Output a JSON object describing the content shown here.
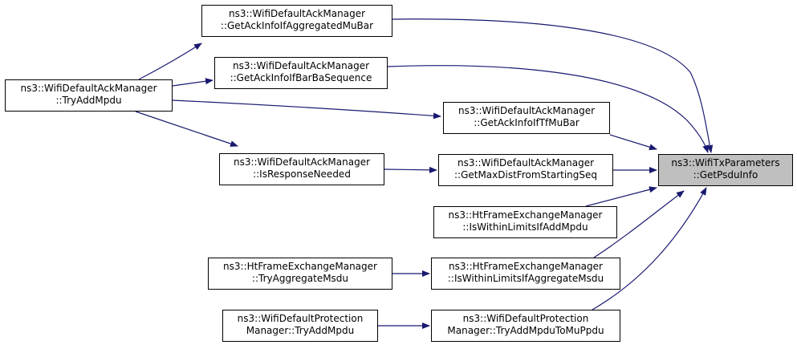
{
  "diagram": {
    "edge_color": "#191970",
    "focus_fill": "#bfbfbf",
    "nodes": [
      {
        "id": "trympdu",
        "lines": [
          "ns3::WifiDefaultAckManager",
          "::TryAddMpdu"
        ]
      },
      {
        "id": "mubar",
        "lines": [
          "ns3::WifiDefaultAckManager",
          "::GetAckInfoIfAggregatedMuBar"
        ]
      },
      {
        "id": "barba",
        "lines": [
          "ns3::WifiDefaultAckManager",
          "::GetAckInfoIfBarBaSequence"
        ]
      },
      {
        "id": "tfmubar",
        "lines": [
          "ns3::WifiDefaultAckManager",
          "::GetAckInfoIfTfMuBar"
        ]
      },
      {
        "id": "response",
        "lines": [
          "ns3::WifiDefaultAckManager",
          "::IsResponseNeeded"
        ]
      },
      {
        "id": "maxdist",
        "lines": [
          "ns3::WifiDefaultAckManager",
          "::GetMaxDistFromStartingSeq"
        ]
      },
      {
        "id": "limitsmpdu",
        "lines": [
          "ns3::HtFrameExchangeManager",
          "::IsWithinLimitsIfAddMpdu"
        ]
      },
      {
        "id": "aggmsdu",
        "lines": [
          "ns3::HtFrameExchangeManager",
          "::TryAggregateMsdu"
        ]
      },
      {
        "id": "limitsmsdu",
        "lines": [
          "ns3::HtFrameExchangeManager",
          "::IsWithinLimitsIfAggregateMsdu"
        ]
      },
      {
        "id": "protmpdu",
        "lines": [
          "ns3::WifiDefaultProtection",
          "Manager::TryAddMpdu"
        ]
      },
      {
        "id": "mupdu",
        "lines": [
          "ns3::WifiDefaultProtection",
          "Manager::TryAddMpduToMuPpdu"
        ]
      },
      {
        "id": "psdu",
        "lines": [
          "ns3::WifiTxParameters",
          "::GetPsduInfo"
        ]
      }
    ],
    "edges": [
      {
        "from": "trympdu",
        "to": "mubar"
      },
      {
        "from": "trympdu",
        "to": "barba"
      },
      {
        "from": "trympdu",
        "to": "tfmubar"
      },
      {
        "from": "trympdu",
        "to": "response"
      },
      {
        "from": "response",
        "to": "maxdist"
      },
      {
        "from": "aggmsdu",
        "to": "limitsmsdu"
      },
      {
        "from": "protmpdu",
        "to": "mupdu"
      },
      {
        "from": "mubar",
        "to": "psdu"
      },
      {
        "from": "barba",
        "to": "psdu"
      },
      {
        "from": "tfmubar",
        "to": "psdu"
      },
      {
        "from": "maxdist",
        "to": "psdu"
      },
      {
        "from": "limitsmpdu",
        "to": "psdu"
      },
      {
        "from": "limitsmsdu",
        "to": "psdu"
      },
      {
        "from": "mupdu",
        "to": "psdu"
      }
    ]
  }
}
